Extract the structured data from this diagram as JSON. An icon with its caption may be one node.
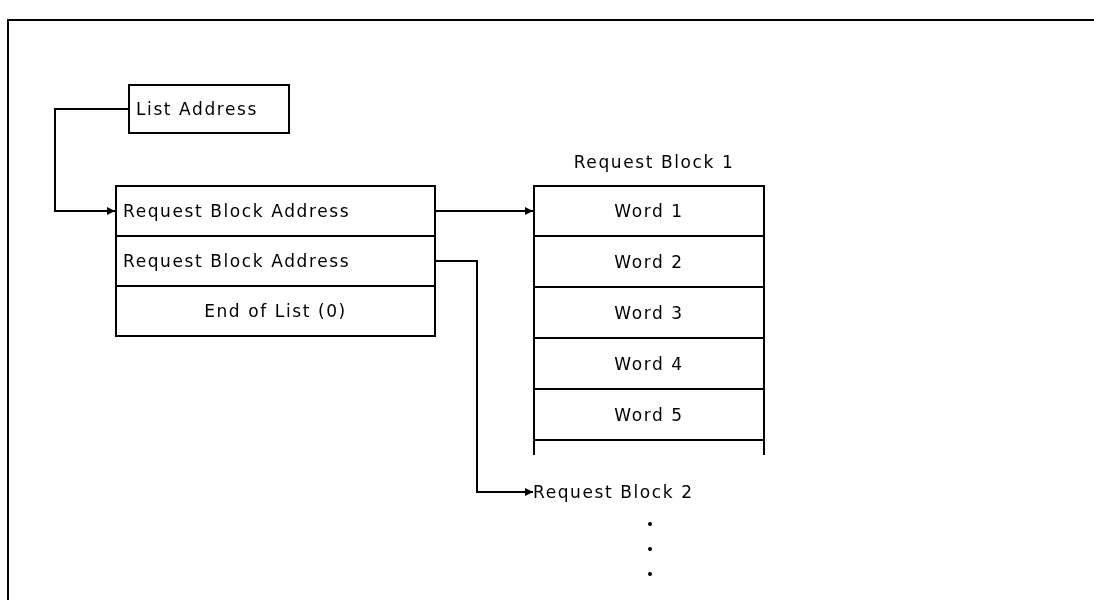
{
  "diagram": {
    "nodes": [
      {
        "text": [
          "List Address"
        ]
      },
      {
        "text": [
          "Request Block Address"
        ]
      },
      {
        "text": [
          "Request Block Address"
        ]
      },
      {
        "text": [
          "End of List (0)"
        ]
      },
      {
        "text": [
          "Request Block 1"
        ]
      },
      {
        "text": [
          "Word 1"
        ],
        "in": 4
      },
      {
        "text": [
          "Word 2"
        ],
        "in": 4
      },
      {
        "text": [
          "Word 3"
        ],
        "in": 4
      },
      {
        "text": [
          "Word 4"
        ],
        "in": 4
      },
      {
        "text": [
          "Word 5"
        ],
        "in": 4
      },
      {
        "text": [
          "Request Block 2"
        ]
      }
    ],
    "edges": [
      {
        "from": 0,
        "to": 1,
        "arrow": "to"
      },
      {
        "from": 1,
        "to": 4,
        "arrow": "to"
      },
      {
        "from": 2,
        "to": 10,
        "arrow": "to"
      }
    ]
  }
}
